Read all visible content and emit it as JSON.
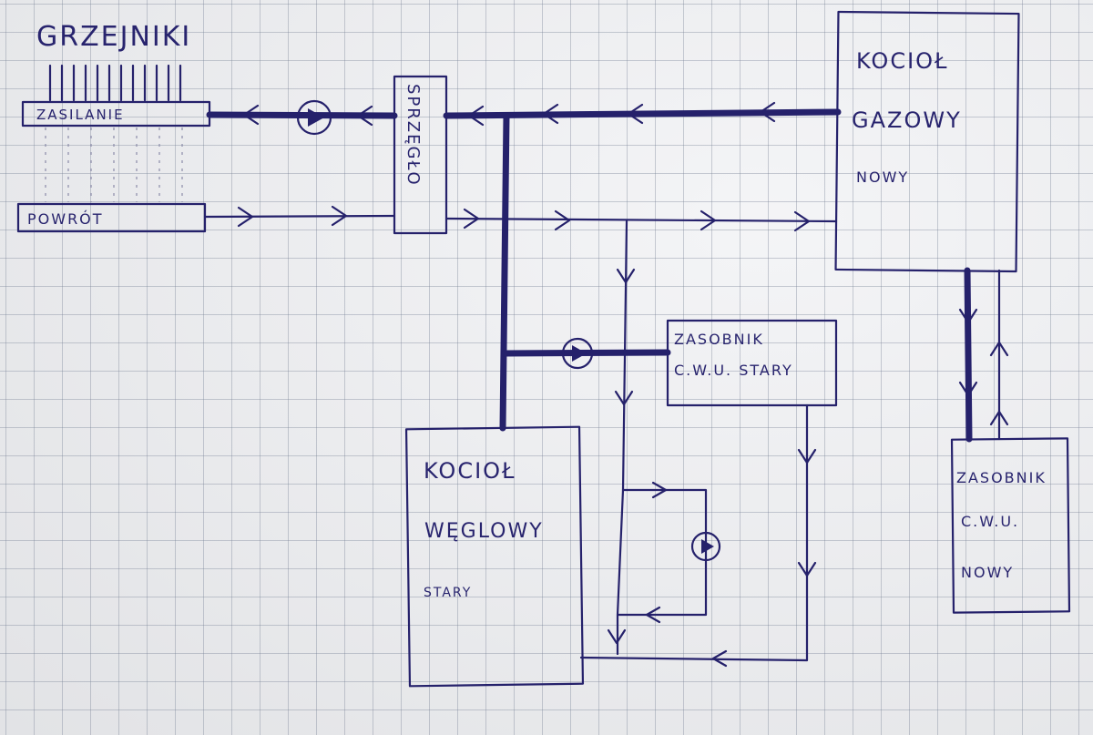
{
  "title": "GRZEJNIKI",
  "radiator_supply_label": "ZASILANIE",
  "radiator_return_label": "POWRÓT",
  "coupling_label": "SPRZĘGŁO",
  "gas_boiler": {
    "line1": "KOCIOŁ",
    "line2": "GAZOWY",
    "line3": "NOWY"
  },
  "coal_boiler": {
    "line1": "KOCIOŁ",
    "line2": "WĘGLOWY",
    "line3": "STARY"
  },
  "old_tank": {
    "line1": "ZASOBNIK",
    "line2": "C.W.U.  STARY"
  },
  "new_tank": {
    "line1": "ZASOBNIK",
    "line2": "C.W.U.",
    "line3": "NOWY"
  },
  "ink_color": "#25216b",
  "paper_color": "#eeeff2"
}
